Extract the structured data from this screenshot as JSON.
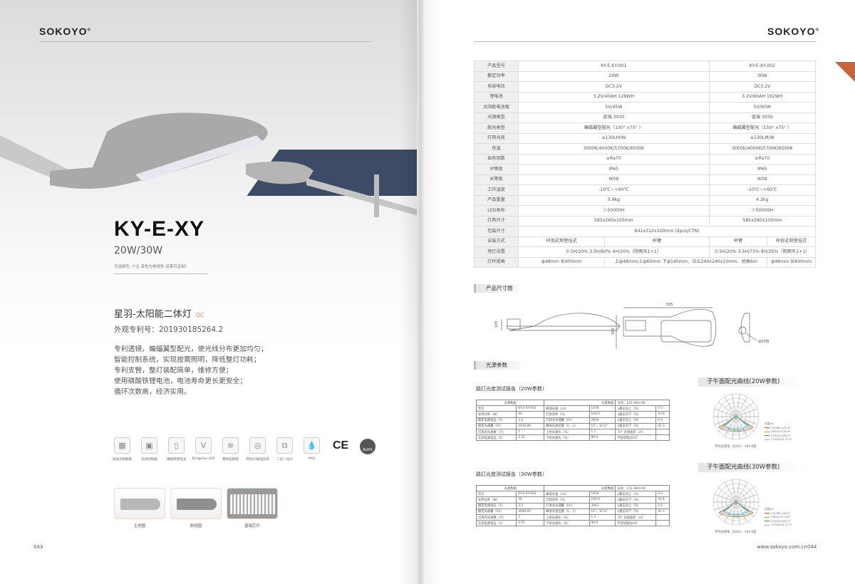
{
  "brand": "SOKOYO",
  "left": {
    "model": "KY-E-XY",
    "wattage": "20W/30W",
    "color_note": "可选颜色（*注 该色为常规色 另需可定制）",
    "product_name": "星羽-太阳能二体灯",
    "product_tag": "DC",
    "patent": "外观专利号：201930185264.2",
    "features": [
      "专利透镜，蝙蝠翼型配光，使光线分布更加均匀；",
      "智能控制系统，实现按需照明，降低整灯功耗；",
      "专利支臂，整灯装配简单，维修方便；",
      "使用磷酸铁锂电池，电池寿命更长更安全；",
      "循环次数高，经济实用。"
    ],
    "icons": [
      {
        "icon": "solar-panel",
        "label": "高效太阳能板"
      },
      {
        "icon": "controller",
        "label": "高效控制器"
      },
      {
        "icon": "battery",
        "label": "磷酸铁锂电池"
      },
      {
        "icon": "led",
        "label": "Bridgelux LED"
      },
      {
        "icon": "heat-sink",
        "label": "整体压铸铝"
      },
      {
        "icon": "typhoon",
        "label": "可抗13级强台风"
      },
      {
        "icon": "two-in-one",
        "label": "二合一设计"
      },
      {
        "icon": "waterproof",
        "label": "IP65"
      }
    ],
    "cert": [
      "CE",
      "RoHS"
    ],
    "views": [
      {
        "label": "主视图"
      },
      {
        "label": "俯视图"
      },
      {
        "label": "普瑞芯片"
      }
    ],
    "page_number": "043"
  },
  "right": {
    "spec_rows": [
      [
        "产品型号",
        "KY-E-XY-001",
        "KY-E-XY-002"
      ],
      [
        "额定功率",
        "20W",
        "30W"
      ],
      [
        "系统电压",
        "DC3.2V",
        "DC3.2V"
      ],
      [
        "锂电池",
        "3.2V/40AH  128WH",
        "3.2V/60AH 192WH"
      ],
      [
        "太阳能电池板",
        "5V/45W",
        "5V/60W"
      ],
      [
        "光源类型",
        "普瑞 3030",
        "普瑞 3030"
      ],
      [
        "配光类型",
        "蝙蝠翼型配光（150° x75° ）",
        "蝙蝠翼型配光（150° x75° ）"
      ],
      [
        "灯具光效",
        "≥130LM/W",
        "≥130LM/W"
      ],
      [
        "色温",
        "3000K/4000K/5700K/6500K",
        "3000K/4000K/5700K/6500K"
      ],
      [
        "显色指数",
        "≥Ra70",
        "≥Ra70"
      ],
      [
        "IP等级",
        "IP65",
        "IP65"
      ],
      [
        "IK等级",
        "IK08",
        "IK08"
      ],
      [
        "工作温度",
        "-10℃~+60℃",
        "-10℃~+60℃"
      ],
      [
        "产品重量",
        "3.9kg",
        "4.2kg"
      ],
      [
        "LED寿命",
        "＞50000H",
        "＞50000H"
      ],
      [
        "灯具尺寸",
        "585x260x105mm",
        "585x260x105mm"
      ]
    ],
    "package": [
      "包装尺寸",
      "642x312x320mm (2pcs/CTN)"
    ],
    "install": [
      "安装方式",
      "环抱式和壁挂式",
      "杆臂",
      "杆臂",
      "环抱式和壁挂式"
    ],
    "lighting": [
      "亮灯设置",
      "0.5H/20%  3.5H/60%  4H/20%（阴雨天1+1）",
      "0.5H/20%  3.5H/75%  8H/25%（阴雨天1+1）"
    ],
    "pole": [
      "灯杆规格",
      "ф48mm  长600mm",
      "上ф48mm/上ф60mm  下ф140mm、法兰240x240x10mm、总高6m",
      "ф48mm  长600mm"
    ],
    "dim_section": "产品尺寸图",
    "dims": {
      "height": "105",
      "length": "585",
      "width": "260",
      "pole": "ф50管"
    },
    "light_section": "光源参数",
    "reports": [
      {
        "title": "路灯光度测试报告（20W参数）",
        "h1": "光源数据",
        "h2": "光度数据",
        "eff": "光效：145.94lm/W",
        "rows": [
          [
            "型号",
            "KY-E-XY-001",
            "",
            "峰值光强（cd）",
            "1478",
            "η最态向上（%）",
            "0.5"
          ],
          [
            "标称功率（W）",
            "",
            "20",
            "灯具效率（%）",
            "100.0",
            "η最态向下（%）",
            "53.6"
          ],
          [
            "额定电源电压（V）",
            "",
            "3.2",
            "灯具总光通量（lm）",
            "2919",
            "η富态向上（%）",
            "0.5"
          ],
          [
            "额定光通量（lm）",
            "",
            "2918.89",
            "峰值光强位置（C，γ）",
            "15°，67.0°",
            "η富态向下（%）",
            "45.3"
          ],
          [
            "灯具内光源数（只）",
            "",
            "1",
            "上射光通比（%）",
            "1.1",
            "70° 光照面积（㎡）",
            ""
          ],
          [
            "实测电源电压（V）",
            "",
            "3.31",
            "下射光通比（%）",
            "98.9",
            "不舒适眩光SLT",
            ""
          ]
        ],
        "curve_title": "子午面配光曲线(20W参数)",
        "legend": [
          "光强cd",
          "C0/180,145.4°",
          "C90/270,75.9°",
          "C45/225,80.2°",
          "C135/315,71.9°"
        ],
        "avg": "平均光束角（50%）：104.6度"
      },
      {
        "title": "路灯光度测试报告（30W参数）",
        "h1": "光源数据",
        "h2": "光度数据",
        "eff": "光效：131.38lm/W",
        "rows": [
          [
            "型号",
            "KY-E-XY-002",
            "",
            "峰值光强（cd）",
            "1958",
            "η最态向上（%）",
            "0.5"
          ],
          [
            "标称功率（W）",
            "",
            "30",
            "灯具效率（%）",
            "100.0",
            "η最态向下（%）",
            "53.6"
          ],
          [
            "额定电源电压（V）",
            "",
            "3.2",
            "灯具总光通量（lm）",
            "3941",
            "η富态向上（%）",
            "0.5"
          ],
          [
            "额定光通量（lm）",
            "",
            "3940.92",
            "峰值光强位置（C，γ）",
            "15°，67.0°",
            "η富态向下（%）",
            "45.3"
          ],
          [
            "灯具内光源数（只）",
            "",
            "1",
            "上射光通比（%）",
            "1.1",
            "70° 光照面积（㎡）",
            ""
          ],
          [
            "实测电源电压（V）",
            "",
            "3.51",
            "下射光通比（%）",
            "98.9",
            "不舒适眩光SLT",
            ""
          ]
        ],
        "curve_title": "子午面配光曲线(30W参数)",
        "legend": [
          "光强cd",
          "C0/180,145.0°",
          "C90/270,74.6°",
          "C45/225,80.2°",
          "C135/315,72.3°"
        ],
        "avg": "平均光束角（50%）：104.6度"
      }
    ],
    "website": "www.sokoyo.com.cn",
    "page_number": "044",
    "accent": "#c8643a"
  }
}
